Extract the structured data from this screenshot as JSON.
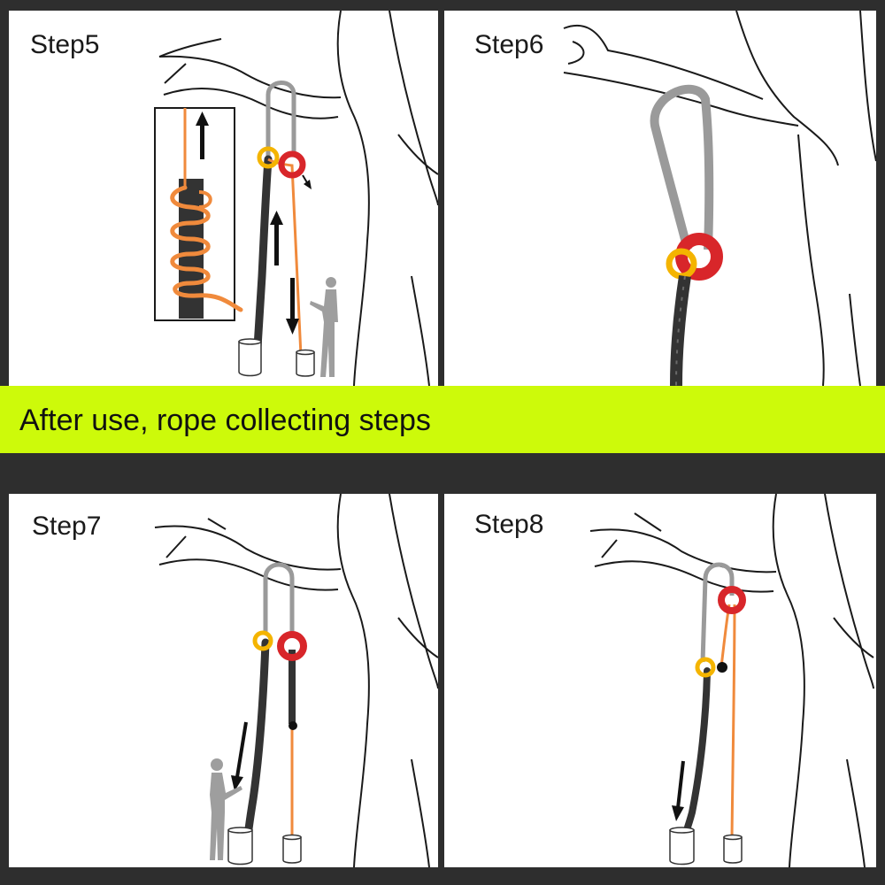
{
  "banner": {
    "text": "After use, rope collecting steps"
  },
  "steps": [
    {
      "label": "Step5"
    },
    {
      "label": "Step6"
    },
    {
      "label": "Step7"
    },
    {
      "label": "Step8"
    }
  ],
  "colors": {
    "banner_bg": "#cdfa0a",
    "frame_bg": "#2e2e2e",
    "tree_line": "#1a1a1a",
    "rope_dark": "#333333",
    "rope_orange": "#f08a3c",
    "ring_red": "#d8262a",
    "ring_yellow": "#f4b400",
    "carabiner": "#9a9a9a",
    "person": "#9e9e9e"
  }
}
